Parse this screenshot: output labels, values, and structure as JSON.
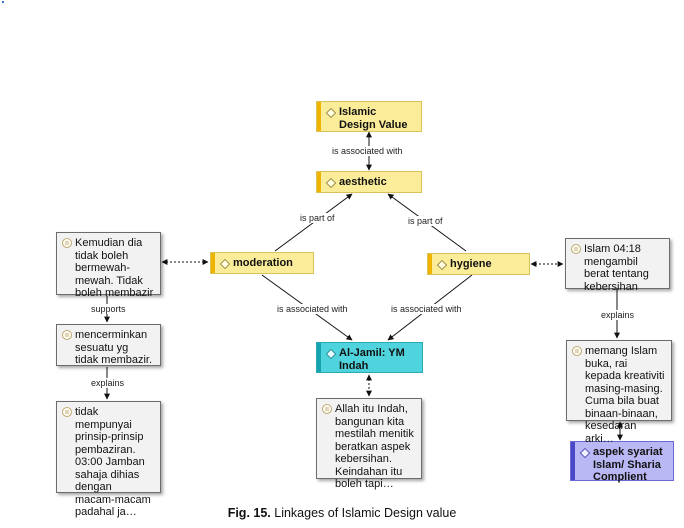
{
  "nodes": {
    "islamic_design_value": "Islamic Design Value",
    "aesthetic": "aesthetic",
    "moderation": "moderation",
    "hygiene": "hygiene",
    "al_jamil": "Al-Jamil: YM Indah",
    "kemudian": "Kemudian dia tidak boleh bermewah-mewah. Tidak boleh membazir",
    "mencerminkan": "mencerminkan sesuatu yg tidak membazir.",
    "tidak_mempunyai": "tidak mempunyai prinsip-prinsip pembaziran. 03:00 Jamban sahaja dihias dengan macam-macam padahal ja…",
    "allah_itu_indah": "Allah itu Indah, bangunan kita mestilah menitik beratkan aspek kebersihan. Keindahan itu boleh tapi…",
    "islam_0418": "Islam 04:18 mengambil berat tentang kebersihan",
    "memang_islam": "memang Islam buka, rai kepada kreativiti masing-masing. Cuma bila buat binaan-binaan, kesedaran arki…",
    "aspek_syariat": "aspek syariat Islam/ Sharia Complient"
  },
  "edges": {
    "assoc_top": "is associated with",
    "part_left": "is part of",
    "part_right": "is part of",
    "assoc_left": "is associated with",
    "assoc_right": "is associated with",
    "supports": "supports",
    "explains_left": "explains",
    "explains_right": "explains"
  },
  "caption": {
    "prefix": "Fig. 15.",
    "text": " Linkages of Islamic Design value"
  },
  "colors": {
    "code_fill": "#fbec9a",
    "code_bar": "#f0b400",
    "teal_fill": "#4fd3dc",
    "purple_fill": "#b9b8f4",
    "quote_fill": "#f2f2f2"
  }
}
